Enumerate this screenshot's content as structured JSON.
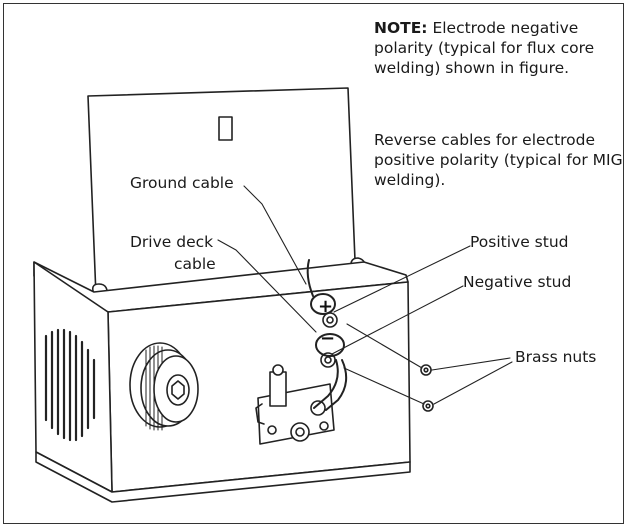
{
  "note": {
    "heading": "NOTE:",
    "text": " Electrode negative polarity (typical for flux core welding) shown in figure."
  },
  "reverse_note": "Reverse cables for electrode positive polarity (typical for MIG welding).",
  "callouts": {
    "ground_cable": "Ground cable",
    "drive_deck_cable_line1": "Drive deck",
    "drive_deck_cable_line2": "cable",
    "positive_stud": "Positive stud",
    "negative_stud": "Negative stud",
    "brass_nuts": "Brass nuts"
  },
  "symbols": {
    "plus": "+",
    "minus": "−"
  }
}
